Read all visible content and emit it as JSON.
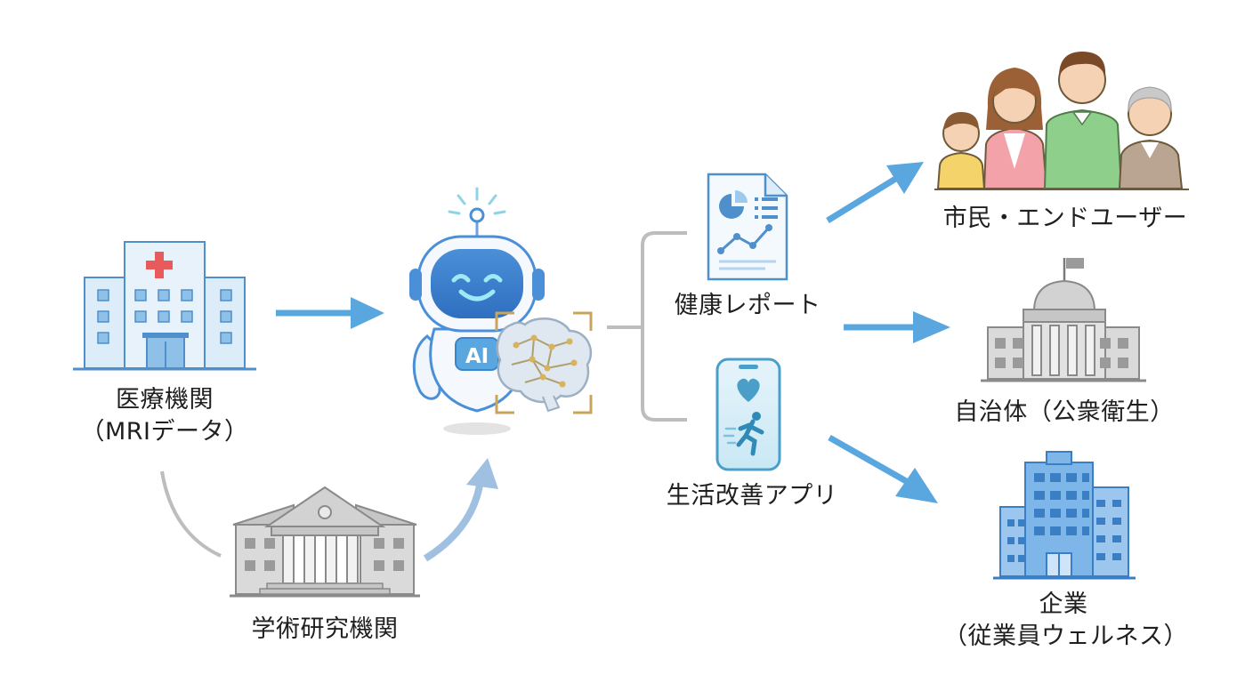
{
  "nodes": {
    "medical": {
      "line1": "医療機関",
      "line2": "（MRIデータ）"
    },
    "academic": {
      "label": "学術研究機関"
    },
    "ai": {
      "badge": "AI"
    },
    "report": {
      "label": "健康レポート"
    },
    "app": {
      "label": "生活改善アプリ"
    },
    "citizens": {
      "label": "市民・エンドユーザー"
    },
    "government": {
      "label": "自治体（公衆衛生）"
    },
    "company": {
      "line1": "企業",
      "line2": "（従業員ウェルネス）"
    }
  },
  "colors": {
    "arrow": "#5aa7df",
    "hospital_fill": "#dcecf9",
    "hospital_stroke": "#4f8fcc",
    "cross": "#e85b5b",
    "gray_building": "#b9b9b9",
    "company_blue": "#5c9ee0",
    "bracket": "#c9a55c"
  }
}
